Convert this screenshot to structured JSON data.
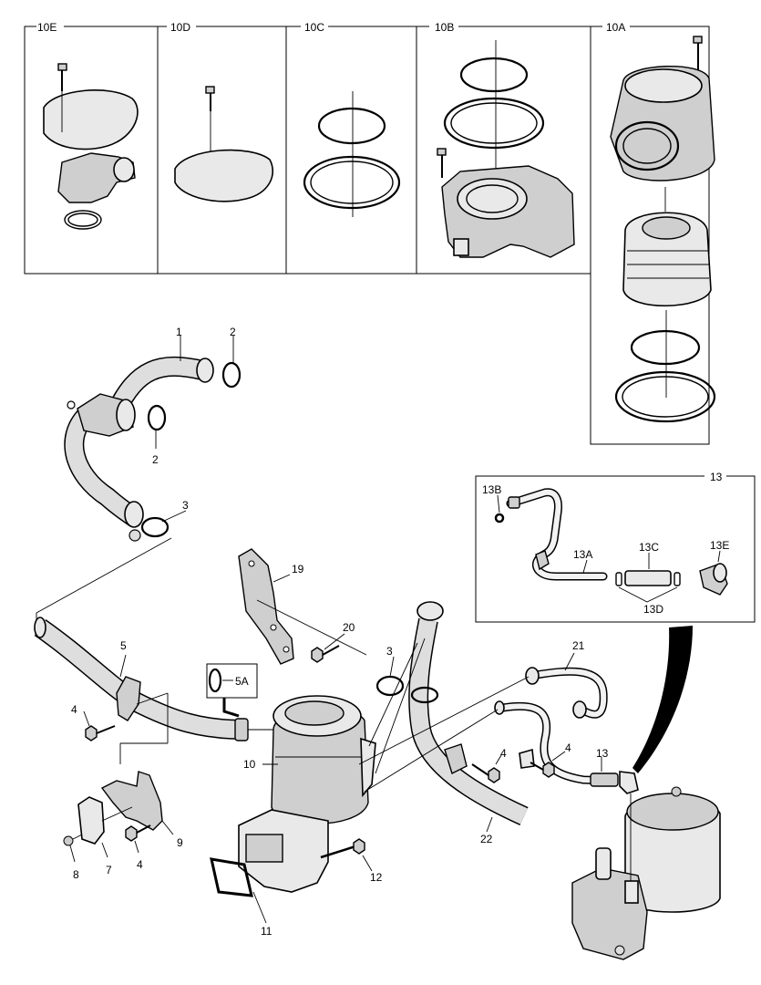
{
  "panels": {
    "p10E": "10E",
    "p10D": "10D",
    "p10C": "10C",
    "p10B": "10B",
    "p10A": "10A",
    "p13": "13"
  },
  "callouts": {
    "c1": "1",
    "c2a": "2",
    "c2b": "2",
    "c3a": "3",
    "c3b": "3",
    "c4a": "4",
    "c4b": "4",
    "c4c": "4",
    "c4d": "4",
    "c5": "5",
    "c5A": "5A",
    "c7": "7",
    "c8": "8",
    "c9": "9",
    "c10": "10",
    "c11": "11",
    "c12": "12",
    "c13": "13",
    "c13A": "13A",
    "c13B": "13B",
    "c13C": "13C",
    "c13D": "13D",
    "c13E": "13E",
    "c19": "19",
    "c20": "20",
    "c21": "21",
    "c22": "22"
  }
}
